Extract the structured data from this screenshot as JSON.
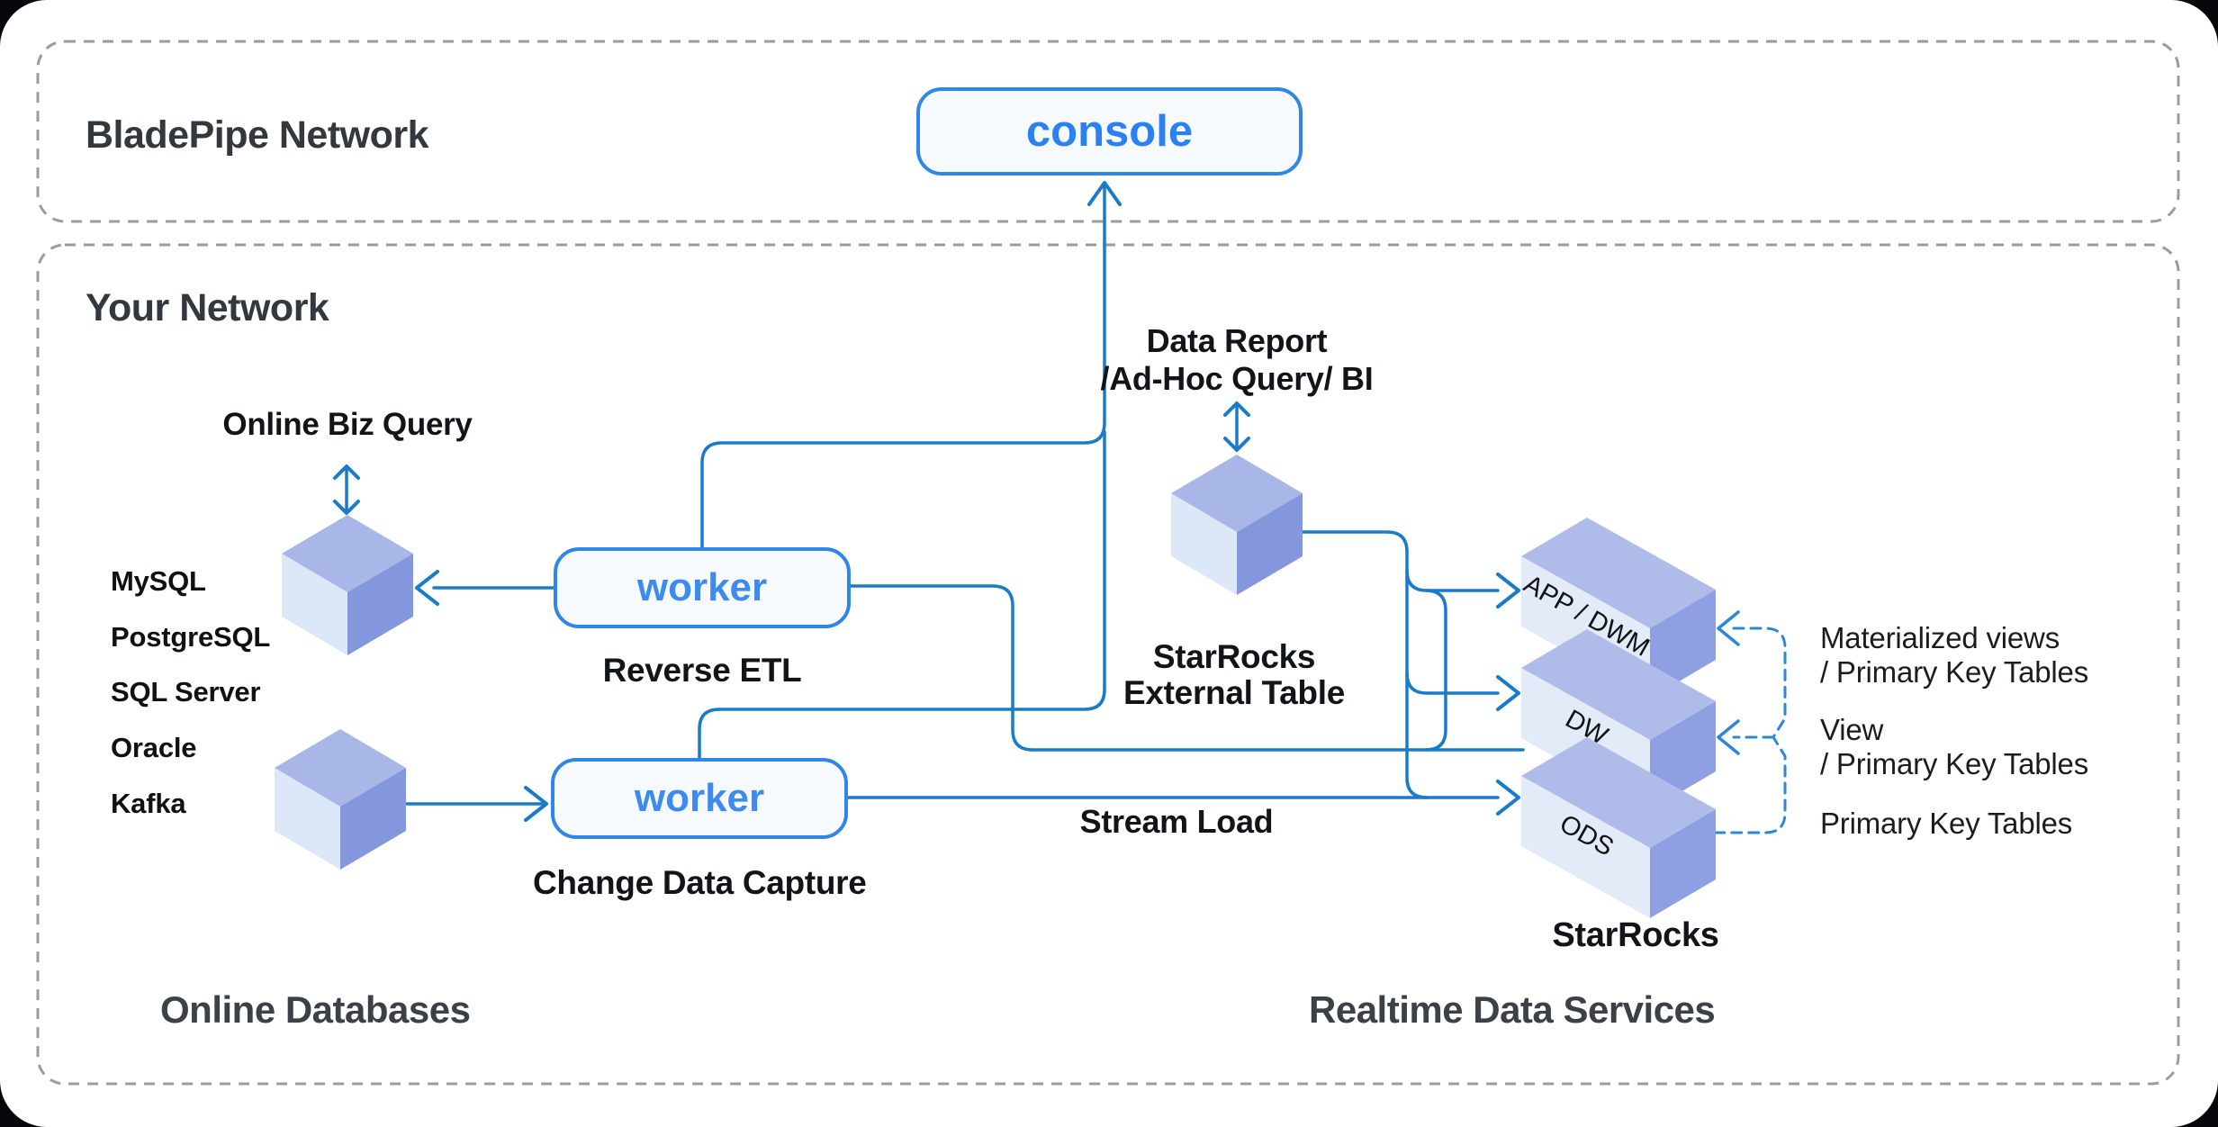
{
  "networks": {
    "top_label": "BladePipe Network",
    "bottom_label": "Your Network"
  },
  "console": {
    "label": "console"
  },
  "workers": {
    "reverse_etl": {
      "label": "worker",
      "caption": "Reverse ETL"
    },
    "cdc": {
      "label": "worker",
      "caption": "Change Data Capture"
    }
  },
  "online_biz_query": "Online Biz Query",
  "databases": [
    "MySQL",
    "PostgreSQL",
    "SQL Server",
    "Oracle",
    "Kafka"
  ],
  "data_report": {
    "line1": "Data Report",
    "line2": "/Ad-Hoc Query/ BI"
  },
  "external_table": {
    "line1": "StarRocks",
    "line2": "External Table"
  },
  "stream_load": "Stream Load",
  "starrocks": {
    "label": "StarRocks",
    "layers": [
      "APP / DWM",
      "DW",
      "ODS"
    ]
  },
  "annotations": {
    "materialized": {
      "line1": "Materialized views",
      "line2": "/ Primary Key Tables"
    },
    "view": {
      "line1": "View",
      "line2": "/ Primary Key Tables"
    },
    "primary": {
      "line1": "Primary Key Tables"
    }
  },
  "sections": {
    "online_databases": "Online Databases",
    "realtime_data_services": "Realtime Data Services"
  },
  "colors": {
    "flow_line": "#1a7cc8",
    "dashed_link": "#2e86d6",
    "node_border": "#2e87e8",
    "node_text": "#3e8bf0",
    "console_text": "#2b80f2",
    "network_dash": "#9b9ba1",
    "cube_top": "#a9b7e8",
    "cube_left": "#dce7f7",
    "cube_right": "#8496dc",
    "slab_top": "#afbbe9",
    "slab_front": "#e3eaf8",
    "slab_right": "#8fa0e2"
  }
}
